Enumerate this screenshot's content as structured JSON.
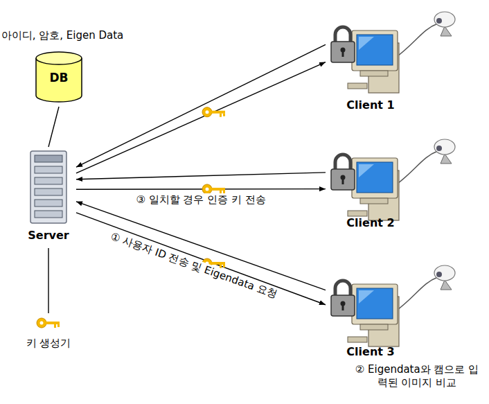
{
  "diagram": {
    "nodes": [
      {
        "text": [
          "아이디, 암호, Eigen Data",
          "DB"
        ]
      },
      {
        "text": [
          "Server"
        ]
      },
      {
        "text": [
          "키 생성기"
        ]
      },
      {
        "text": [
          "Client 1"
        ]
      },
      {
        "text": [
          "Client 2"
        ]
      },
      {
        "text": [
          "Client 3",
          "② Eigendata와 캠으로 입력된 이미지 비교"
        ]
      }
    ],
    "edges": [
      {
        "from": 0,
        "to": 1,
        "arrow": "none"
      },
      {
        "from": 1,
        "to": 2,
        "arrow": "none"
      },
      {
        "from": 3,
        "to": 1,
        "arrow": "to"
      },
      {
        "from": 1,
        "to": 3,
        "arrow": "to"
      },
      {
        "from": 4,
        "to": 1,
        "arrow": "to"
      },
      {
        "from": 1,
        "to": 4,
        "label": "③ 일치할 경우 인증 키 전송",
        "arrow": "to"
      },
      {
        "from": 5,
        "to": 1,
        "label": "① 사용자 ID 전송 및 Eigendata 요청",
        "arrow": "to"
      },
      {
        "from": 1,
        "to": 5,
        "arrow": "to"
      }
    ]
  }
}
